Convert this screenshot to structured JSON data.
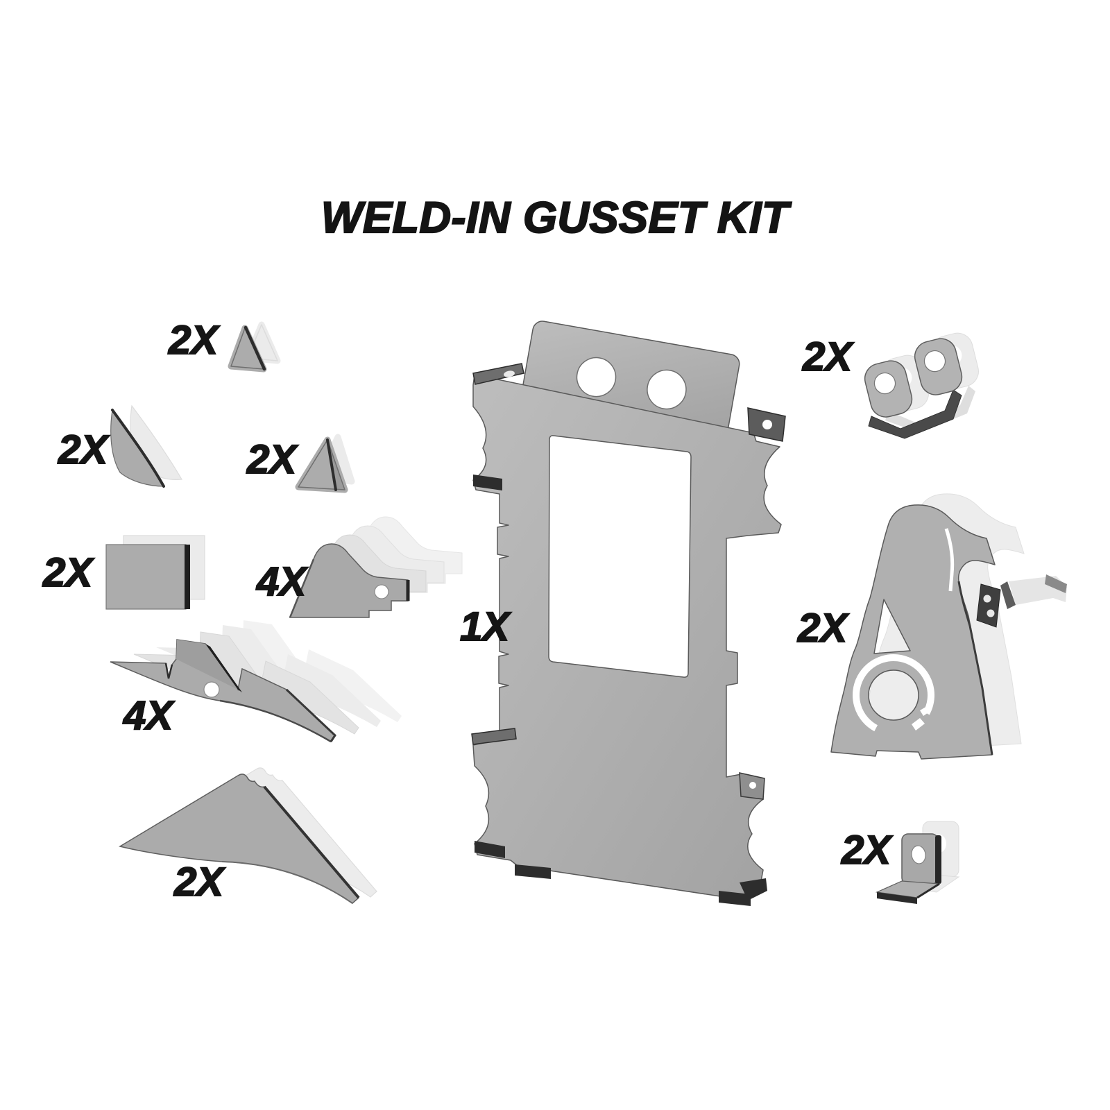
{
  "title": "WELD-IN GUSSET KIT",
  "colors": {
    "background": "#ffffff",
    "part_fill": "#acacac",
    "ghost_fill": "#e9e9e9",
    "edge_dark": "#2d2d2d",
    "outline": "#5f5f5f",
    "label_text": "#151515"
  },
  "parts": [
    {
      "id": "small-triangle-gusset",
      "qty": "2X"
    },
    {
      "id": "angled-fin-gusset",
      "qty": "2X"
    },
    {
      "id": "notched-triangle-gusset",
      "qty": "2X"
    },
    {
      "id": "rectangle-plate",
      "qty": "2X"
    },
    {
      "id": "step-frame-gusset",
      "qty": "4X"
    },
    {
      "id": "long-link-gusset",
      "qty": "4X"
    },
    {
      "id": "curved-wing-gusset",
      "qty": "2X"
    },
    {
      "id": "main-frame-plate",
      "qty": "1X"
    },
    {
      "id": "clevis-bracket",
      "qty": "2X"
    },
    {
      "id": "shock-tower-bracket",
      "qty": "2X"
    },
    {
      "id": "l-angle-bracket",
      "qty": "2X"
    }
  ]
}
